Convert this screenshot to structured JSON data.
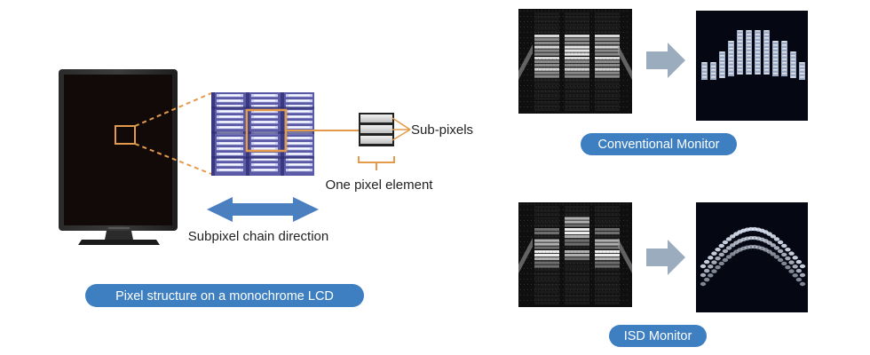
{
  "labels": {
    "sub_pixels": "Sub-pixels",
    "one_pixel_element": "One pixel element",
    "subpixel_chain_direction": "Subpixel chain direction"
  },
  "captions": {
    "pixel_structure": "Pixel structure on a monochrome LCD",
    "conventional_monitor": "Conventional Monitor",
    "isd_monitor": "ISD Monitor"
  },
  "colors": {
    "pill_blue": "#3d7fc1",
    "arrow_blue": "#4a7fc0",
    "arrow_gray": "#9aacbd",
    "callout_orange": "#e39a4a"
  }
}
